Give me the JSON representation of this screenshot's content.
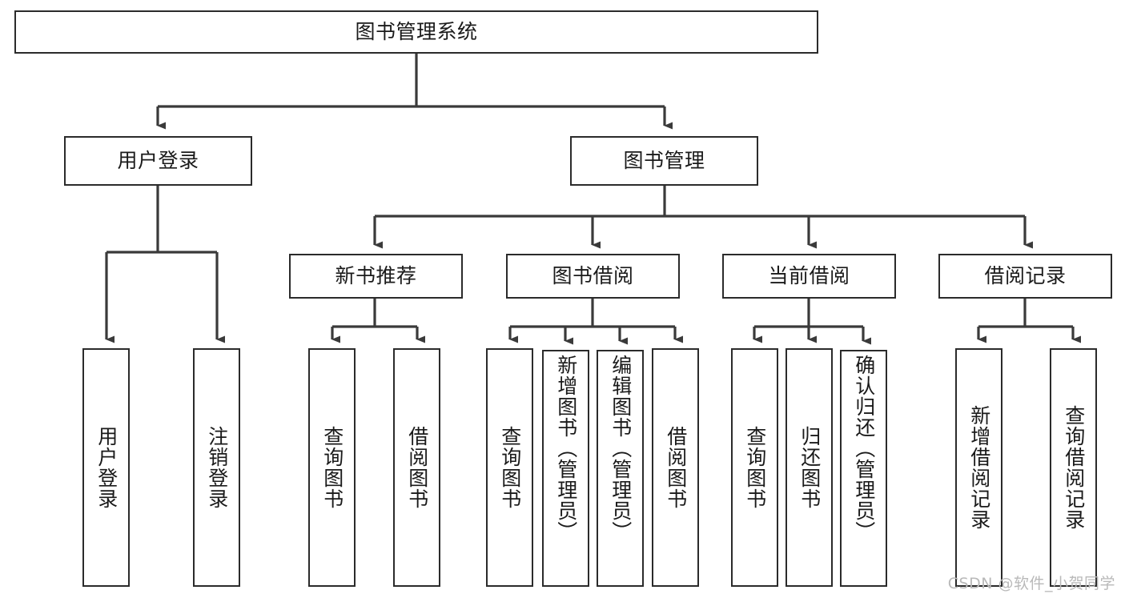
{
  "diagram": {
    "type": "hierarchy-tree",
    "title": "图书管理系统",
    "watermark": "CSDN @软件_小贺同学",
    "colors": {
      "box_border": "#2b2b2b",
      "box_fill": "#ffffff",
      "connector": "#3a3a3a",
      "text": "#1a1a1a",
      "watermark": "#b9b9b9",
      "background": "#ffffff"
    },
    "nodes": {
      "root": {
        "label": "图书管理系统"
      },
      "level2": [
        {
          "label": "用户登录"
        },
        {
          "label": "图书管理"
        }
      ],
      "level3": [
        {
          "label": "新书推荐"
        },
        {
          "label": "图书借阅"
        },
        {
          "label": "当前借阅"
        },
        {
          "label": "借阅记录"
        }
      ],
      "leaves": {
        "user_login": [
          {
            "label": "用户登录"
          },
          {
            "label": "注销登录"
          }
        ],
        "new_book_recommend": [
          {
            "label": "查询图书"
          },
          {
            "label": "借阅图书"
          }
        ],
        "book_borrow": [
          {
            "label": "查询图书"
          },
          {
            "label": "新增图书（管理员）"
          },
          {
            "label": "编辑图书（管理员）"
          },
          {
            "label": "借阅图书"
          }
        ],
        "current_borrow": [
          {
            "label": "查询图书"
          },
          {
            "label": "归还图书"
          },
          {
            "label": "确认归还（管理员）"
          }
        ],
        "borrow_record": [
          {
            "label": "新增借阅记录"
          },
          {
            "label": "查询借阅记录"
          }
        ]
      }
    }
  }
}
